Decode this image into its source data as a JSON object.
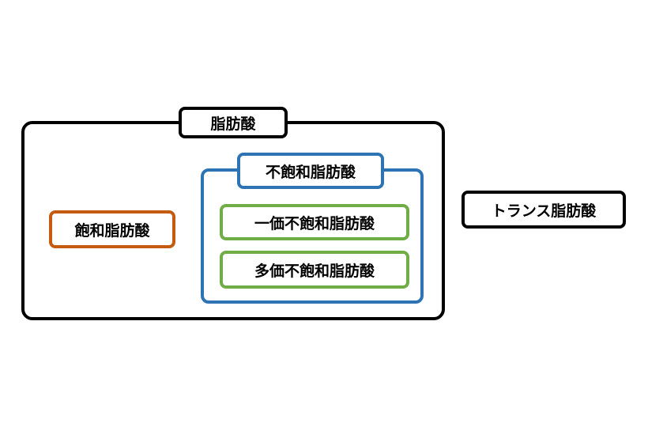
{
  "diagram": {
    "fatty_acid": "脂肪酸",
    "saturated": "飽和脂肪酸",
    "unsaturated": "不飽和脂肪酸",
    "monounsaturated": "一価不飽和脂肪酸",
    "polyunsaturated": "多価不飽和脂肪酸",
    "trans": "トランス脂肪酸"
  },
  "colors": {
    "outer_border": "#000000",
    "unsaturated_border": "#2e74b5",
    "subtype_border": "#70ad47",
    "saturated_border": "#c55a11"
  }
}
